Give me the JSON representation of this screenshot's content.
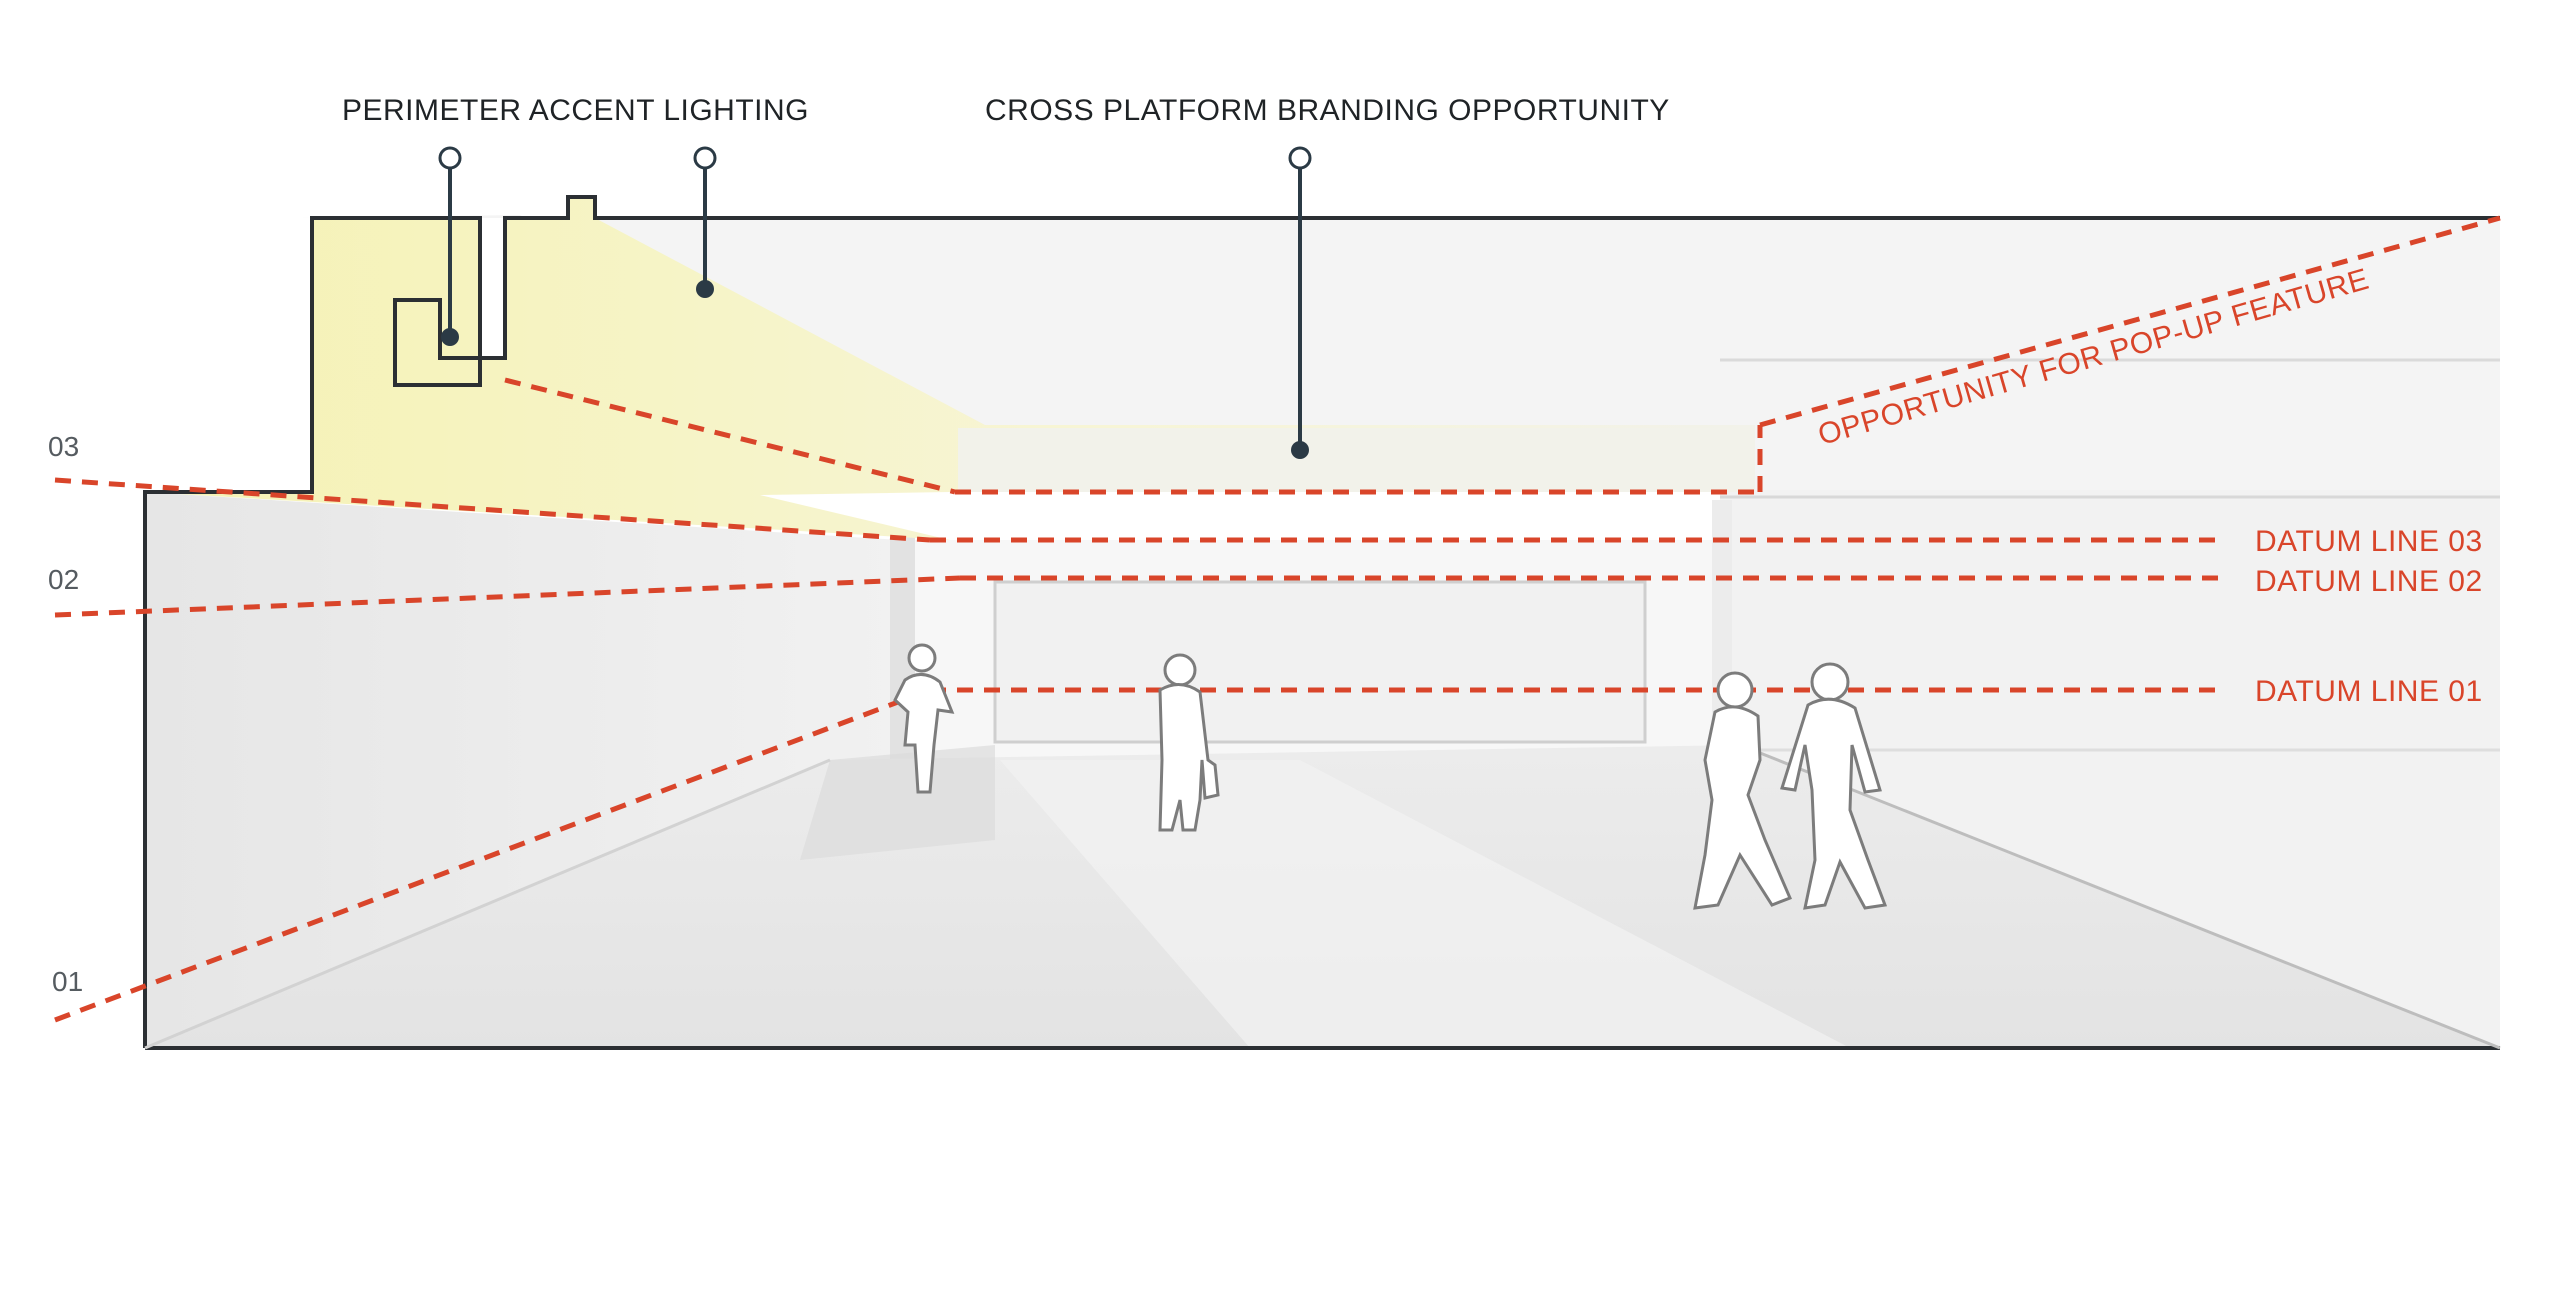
{
  "callouts": {
    "perimeter": "PERIMETER ACCENT LIGHTING",
    "branding": "CROSS PLATFORM BRANDING OPPORTUNITY"
  },
  "annotations": {
    "popup": "OPPORTUNITY FOR POP-UP FEATURE"
  },
  "datum_lines": {
    "d03": "DATUM LINE 03",
    "d02": "DATUM LINE 02",
    "d01": "DATUM LINE 01"
  },
  "levels": {
    "l03": "03",
    "l02": "02",
    "l01": "01"
  },
  "colors": {
    "datum": "#d9452a",
    "outline": "#2b2f33",
    "light": "#f3f0b0"
  }
}
